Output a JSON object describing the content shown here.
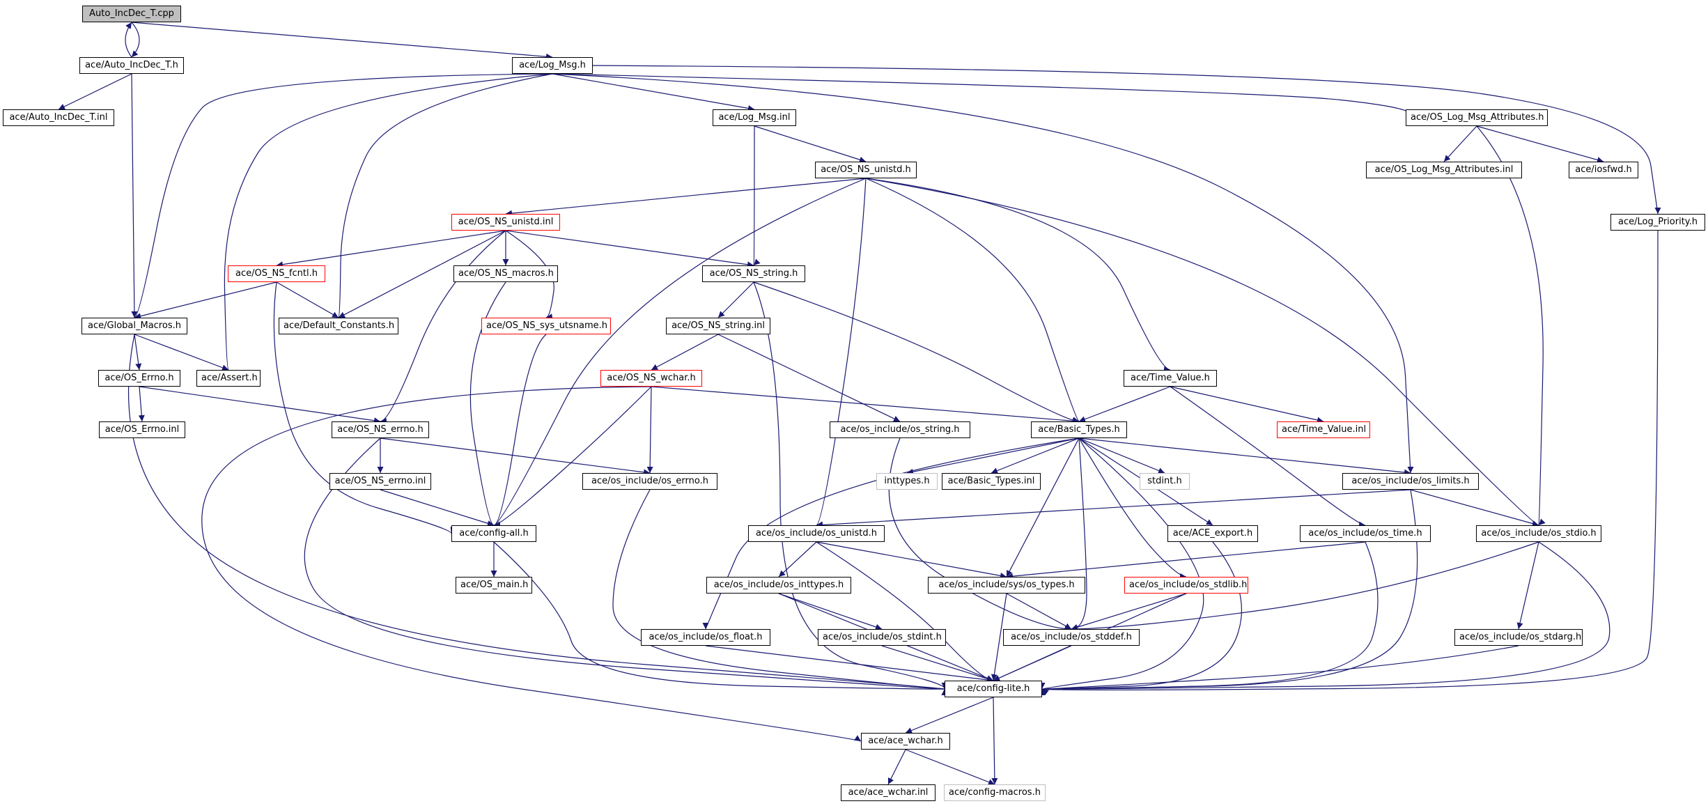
{
  "colors": {
    "edge": "#191970",
    "root_fill": "#bfbfbf",
    "red_border": "#ff0000",
    "gray_border": "#bfbfbf",
    "node_border": "#000000"
  },
  "nodes": [
    {
      "id": "auto_incdec_cpp",
      "label": "Auto_IncDec_T.cpp",
      "style": "root"
    },
    {
      "id": "auto_incdec_h",
      "label": "ace/Auto_IncDec_T.h",
      "style": "normal"
    },
    {
      "id": "auto_incdec_inl",
      "label": "ace/Auto_IncDec_T.inl",
      "style": "normal"
    },
    {
      "id": "log_msg_h",
      "label": "ace/Log_Msg.h",
      "style": "normal"
    },
    {
      "id": "log_msg_inl",
      "label": "ace/Log_Msg.inl",
      "style": "normal"
    },
    {
      "id": "os_log_msg_attr_h",
      "label": "ace/OS_Log_Msg_Attributes.h",
      "style": "normal"
    },
    {
      "id": "os_log_msg_attr_inl",
      "label": "ace/OS_Log_Msg_Attributes.inl",
      "style": "normal"
    },
    {
      "id": "iosfwd_h",
      "label": "ace/iosfwd.h",
      "style": "normal"
    },
    {
      "id": "log_priority_h",
      "label": "ace/Log_Priority.h",
      "style": "normal"
    },
    {
      "id": "os_ns_unistd_h",
      "label": "ace/OS_NS_unistd.h",
      "style": "normal"
    },
    {
      "id": "os_ns_unistd_inl",
      "label": "ace/OS_NS_unistd.inl",
      "style": "red"
    },
    {
      "id": "os_ns_fcntl_h",
      "label": "ace/OS_NS_fcntl.h",
      "style": "red"
    },
    {
      "id": "os_ns_macros_h",
      "label": "ace/OS_NS_macros.h",
      "style": "normal"
    },
    {
      "id": "os_ns_string_h",
      "label": "ace/OS_NS_string.h",
      "style": "normal"
    },
    {
      "id": "global_macros_h",
      "label": "ace/Global_Macros.h",
      "style": "normal"
    },
    {
      "id": "default_constants_h",
      "label": "ace/Default_Constants.h",
      "style": "normal"
    },
    {
      "id": "os_ns_sys_utsname_h",
      "label": "ace/OS_NS_sys_utsname.h",
      "style": "red"
    },
    {
      "id": "os_ns_string_inl",
      "label": "ace/OS_NS_string.inl",
      "style": "normal"
    },
    {
      "id": "os_errno_h",
      "label": "ace/OS_Errno.h",
      "style": "normal"
    },
    {
      "id": "assert_h",
      "label": "ace/Assert.h",
      "style": "normal"
    },
    {
      "id": "os_ns_wchar_h",
      "label": "ace/OS_NS_wchar.h",
      "style": "red"
    },
    {
      "id": "time_value_h",
      "label": "ace/Time_Value.h",
      "style": "normal"
    },
    {
      "id": "os_errno_inl",
      "label": "ace/OS_Errno.inl",
      "style": "normal"
    },
    {
      "id": "os_ns_errno_h",
      "label": "ace/OS_NS_errno.h",
      "style": "normal"
    },
    {
      "id": "os_include_os_string_h",
      "label": "ace/os_include/os_string.h",
      "style": "normal"
    },
    {
      "id": "basic_types_h",
      "label": "ace/Basic_Types.h",
      "style": "normal"
    },
    {
      "id": "time_value_inl",
      "label": "ace/Time_Value.inl",
      "style": "red"
    },
    {
      "id": "os_ns_errno_inl",
      "label": "ace/OS_NS_errno.inl",
      "style": "normal"
    },
    {
      "id": "os_include_os_errno_h",
      "label": "ace/os_include/os_errno.h",
      "style": "normal"
    },
    {
      "id": "inttypes_h",
      "label": "inttypes.h",
      "style": "gray"
    },
    {
      "id": "basic_types_inl",
      "label": "ace/Basic_Types.inl",
      "style": "normal"
    },
    {
      "id": "stdint_h",
      "label": "stdint.h",
      "style": "gray"
    },
    {
      "id": "os_include_os_limits_h",
      "label": "ace/os_include/os_limits.h",
      "style": "normal"
    },
    {
      "id": "config_all_h",
      "label": "ace/config-all.h",
      "style": "normal"
    },
    {
      "id": "os_include_os_unistd_h",
      "label": "ace/os_include/os_unistd.h",
      "style": "normal"
    },
    {
      "id": "ace_export_h",
      "label": "ace/ACE_export.h",
      "style": "normal"
    },
    {
      "id": "os_include_os_time_h",
      "label": "ace/os_include/os_time.h",
      "style": "normal"
    },
    {
      "id": "os_include_os_stdio_h",
      "label": "ace/os_include/os_stdio.h",
      "style": "normal"
    },
    {
      "id": "os_main_h",
      "label": "ace/OS_main.h",
      "style": "normal"
    },
    {
      "id": "os_include_os_inttypes_h",
      "label": "ace/os_include/os_inttypes.h",
      "style": "normal"
    },
    {
      "id": "os_include_sys_os_types_h",
      "label": "ace/os_include/sys/os_types.h",
      "style": "normal"
    },
    {
      "id": "os_include_os_stdlib_h",
      "label": "ace/os_include/os_stdlib.h",
      "style": "red"
    },
    {
      "id": "os_include_os_float_h",
      "label": "ace/os_include/os_float.h",
      "style": "normal"
    },
    {
      "id": "os_include_os_stdint_h",
      "label": "ace/os_include/os_stdint.h",
      "style": "normal"
    },
    {
      "id": "os_include_os_stddef_h",
      "label": "ace/os_include/os_stddef.h",
      "style": "normal"
    },
    {
      "id": "os_include_os_stdarg_h",
      "label": "ace/os_include/os_stdarg.h",
      "style": "normal"
    },
    {
      "id": "config_lite_h",
      "label": "ace/config-lite.h",
      "style": "normal"
    },
    {
      "id": "ace_wchar_h",
      "label": "ace/ace_wchar.h",
      "style": "normal"
    },
    {
      "id": "ace_wchar_inl",
      "label": "ace/ace_wchar.inl",
      "style": "normal"
    },
    {
      "id": "config_macros_h",
      "label": "ace/config-macros.h",
      "style": "gray"
    }
  ],
  "edges": [
    [
      "auto_incdec_cpp",
      "auto_incdec_h"
    ],
    [
      "auto_incdec_h",
      "auto_incdec_cpp"
    ],
    [
      "auto_incdec_cpp",
      "log_msg_h"
    ],
    [
      "auto_incdec_h",
      "auto_incdec_inl"
    ],
    [
      "auto_incdec_h",
      "global_macros_h"
    ],
    [
      "log_msg_h",
      "log_msg_inl"
    ],
    [
      "log_msg_h",
      "os_log_msg_attr_h"
    ],
    [
      "log_msg_h",
      "log_priority_h"
    ],
    [
      "log_msg_h",
      "global_macros_h"
    ],
    [
      "log_msg_h",
      "assert_h"
    ],
    [
      "log_msg_h",
      "default_constants_h"
    ],
    [
      "log_msg_h",
      "os_include_os_limits_h"
    ],
    [
      "log_msg_inl",
      "os_ns_unistd_h"
    ],
    [
      "log_msg_inl",
      "os_ns_string_h"
    ],
    [
      "os_log_msg_attr_h",
      "os_log_msg_attr_inl"
    ],
    [
      "os_log_msg_attr_h",
      "iosfwd_h"
    ],
    [
      "os_log_msg_attr_h",
      "os_include_os_stdio_h"
    ],
    [
      "log_priority_h",
      "config_lite_h"
    ],
    [
      "os_ns_unistd_h",
      "os_ns_unistd_inl"
    ],
    [
      "os_ns_unistd_h",
      "config_all_h"
    ],
    [
      "os_ns_unistd_h",
      "os_include_os_unistd_h"
    ],
    [
      "os_ns_unistd_h",
      "basic_types_h"
    ],
    [
      "os_ns_unistd_h",
      "time_value_h"
    ],
    [
      "os_ns_unistd_h",
      "os_include_os_stdio_h"
    ],
    [
      "os_ns_unistd_inl",
      "os_ns_fcntl_h"
    ],
    [
      "os_ns_unistd_inl",
      "os_ns_macros_h"
    ],
    [
      "os_ns_unistd_inl",
      "os_ns_string_h"
    ],
    [
      "os_ns_unistd_inl",
      "os_ns_sys_utsname_h"
    ],
    [
      "os_ns_unistd_inl",
      "default_constants_h"
    ],
    [
      "os_ns_unistd_inl",
      "os_ns_errno_h"
    ],
    [
      "os_ns_fcntl_h",
      "global_macros_h"
    ],
    [
      "os_ns_fcntl_h",
      "default_constants_h"
    ],
    [
      "os_ns_fcntl_h",
      "config_all_h"
    ],
    [
      "os_ns_macros_h",
      "config_all_h"
    ],
    [
      "os_ns_sys_utsname_h",
      "config_all_h"
    ],
    [
      "os_ns_string_h",
      "os_ns_string_inl"
    ],
    [
      "os_ns_string_h",
      "basic_types_h"
    ],
    [
      "os_ns_string_h",
      "config_lite_h"
    ],
    [
      "os_ns_string_inl",
      "os_ns_wchar_h"
    ],
    [
      "os_ns_string_inl",
      "os_include_os_string_h"
    ],
    [
      "global_macros_h",
      "os_errno_h"
    ],
    [
      "global_macros_h",
      "assert_h"
    ],
    [
      "global_macros_h",
      "config_lite_h"
    ],
    [
      "os_errno_h",
      "os_errno_inl"
    ],
    [
      "os_errno_h",
      "os_ns_errno_h"
    ],
    [
      "os_ns_wchar_h",
      "basic_types_h"
    ],
    [
      "os_ns_wchar_h",
      "os_include_os_errno_h"
    ],
    [
      "os_ns_wchar_h",
      "config_all_h"
    ],
    [
      "os_ns_wchar_h",
      "ace_wchar_h"
    ],
    [
      "os_ns_errno_h",
      "os_ns_errno_inl"
    ],
    [
      "os_ns_errno_h",
      "os_include_os_errno_h"
    ],
    [
      "os_ns_errno_h",
      "config_lite_h"
    ],
    [
      "os_ns_errno_inl",
      "config_all_h"
    ],
    [
      "os_include_os_errno_h",
      "config_lite_h"
    ],
    [
      "os_include_os_string_h",
      "os_include_os_stddef_h"
    ],
    [
      "time_value_h",
      "basic_types_h"
    ],
    [
      "time_value_h",
      "time_value_inl"
    ],
    [
      "time_value_h",
      "os_include_os_time_h"
    ],
    [
      "basic_types_h",
      "inttypes_h"
    ],
    [
      "basic_types_h",
      "basic_types_inl"
    ],
    [
      "basic_types_h",
      "stdint_h"
    ],
    [
      "basic_types_h",
      "os_include_os_limits_h"
    ],
    [
      "basic_types_h",
      "ace_export_h"
    ],
    [
      "basic_types_h",
      "os_include_sys_os_types_h"
    ],
    [
      "basic_types_h",
      "os_include_os_stdlib_h"
    ],
    [
      "basic_types_h",
      "os_include_os_float_h"
    ],
    [
      "basic_types_h",
      "os_include_os_stddef_h"
    ],
    [
      "basic_types_h",
      "config_lite_h"
    ],
    [
      "os_include_os_limits_h",
      "os_include_os_unistd_h"
    ],
    [
      "os_include_os_limits_h",
      "os_include_os_stdio_h"
    ],
    [
      "os_include_os_limits_h",
      "config_lite_h"
    ],
    [
      "config_all_h",
      "os_main_h"
    ],
    [
      "config_all_h",
      "config_lite_h"
    ],
    [
      "os_include_os_unistd_h",
      "os_include_os_inttypes_h"
    ],
    [
      "os_include_os_unistd_h",
      "os_include_sys_os_types_h"
    ],
    [
      "os_include_os_unistd_h",
      "config_lite_h"
    ],
    [
      "ace_export_h",
      "config_lite_h"
    ],
    [
      "os_include_os_time_h",
      "os_include_sys_os_types_h"
    ],
    [
      "os_include_os_time_h",
      "config_lite_h"
    ],
    [
      "os_include_os_stdio_h",
      "os_include_os_stddef_h"
    ],
    [
      "os_include_os_stdio_h",
      "os_include_os_stdarg_h"
    ],
    [
      "os_include_os_stdio_h",
      "config_lite_h"
    ],
    [
      "os_include_os_inttypes_h",
      "os_include_os_stdint_h"
    ],
    [
      "os_include_os_inttypes_h",
      "config_lite_h"
    ],
    [
      "os_include_sys_os_types_h",
      "os_include_os_stddef_h"
    ],
    [
      "os_include_sys_os_types_h",
      "config_lite_h"
    ],
    [
      "os_include_os_stdlib_h",
      "os_include_os_stddef_h"
    ],
    [
      "os_include_os_stdlib_h",
      "config_lite_h"
    ],
    [
      "os_include_os_float_h",
      "config_lite_h"
    ],
    [
      "os_include_os_stdint_h",
      "config_lite_h"
    ],
    [
      "os_include_os_stddef_h",
      "config_lite_h"
    ],
    [
      "os_include_os_stdarg_h",
      "config_lite_h"
    ],
    [
      "config_lite_h",
      "ace_wchar_h"
    ],
    [
      "config_lite_h",
      "config_macros_h"
    ],
    [
      "ace_wchar_h",
      "ace_wchar_inl"
    ],
    [
      "ace_wchar_h",
      "config_macros_h"
    ]
  ]
}
